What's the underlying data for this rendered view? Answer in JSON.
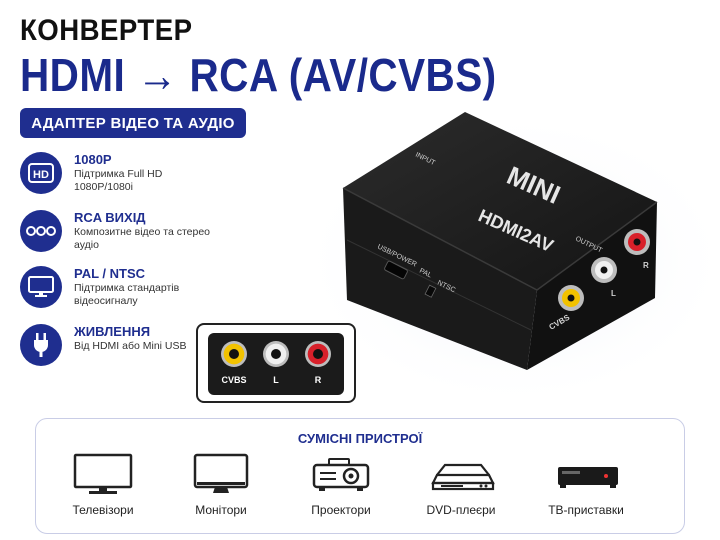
{
  "header": {
    "title_line1": "КОНВЕРТЕР",
    "title_line2": "HDMI → RCA (AV/CVBS)",
    "badge": "АДАПТЕР ВІДЕО ТА АУДІО"
  },
  "features": [
    {
      "icon": "hd-icon",
      "title": "1080P",
      "desc": "Підтримка Full HD 1080P/1080i"
    },
    {
      "icon": "rca-icon",
      "title": "RCA ВИХІД",
      "desc": "Композитне відео та стерео аудіо"
    },
    {
      "icon": "monitor-icon",
      "title": "PAL / NTSC",
      "desc": "Підтримка стандартів відеосигналу"
    },
    {
      "icon": "plug-icon",
      "title": "ЖИВЛЕННЯ",
      "desc": "Від HDMI або Mini USB"
    }
  ],
  "device": {
    "brand": "MINI",
    "model": "HDMI2AV",
    "input_label": "INPUT",
    "output_label": "OUTPUT",
    "usb_label": "USB/POWER",
    "pal_label": "PAL",
    "ntsc_label": "NTSC",
    "cvbs_label": "CVBS",
    "l_label": "L",
    "r_label": "R"
  },
  "ports_inset": {
    "labels": [
      "CVBS",
      "L",
      "R"
    ],
    "colors": [
      "#f2c200",
      "#f0f0f0",
      "#d8202a"
    ]
  },
  "compat": {
    "title": "СУМІСНІ ПРИСТРОЇ",
    "items": [
      {
        "icon": "tv-icon",
        "label": "Телевізори"
      },
      {
        "icon": "monitor-icon",
        "label": "Монітори"
      },
      {
        "icon": "projector-icon",
        "label": "Проектори"
      },
      {
        "icon": "dvd-player-icon",
        "label": "DVD-плеєри"
      },
      {
        "icon": "set-top-box-icon",
        "label": "ТВ-приставки"
      }
    ]
  },
  "colors": {
    "accent": "#1f2e8f",
    "device_body": "#1c1c1c"
  }
}
